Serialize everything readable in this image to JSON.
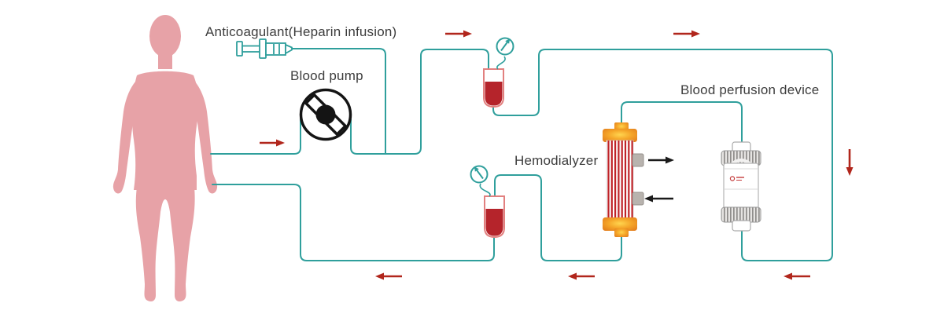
{
  "diagram": {
    "type": "hemodialysis-hemoperfusion-circuit",
    "labels": {
      "anticoagulant": "Anticoagulant(Heparin infusion)",
      "blood_pump": "Blood pump",
      "hemodialyzer": "Hemodialyzer",
      "blood_perfusion_device": "Blood perfusion device"
    },
    "components": [
      "patient-body",
      "heparin-syringe",
      "blood-pump",
      "arterial-drip-chamber",
      "arterial-pressure-gauge",
      "hemodialyzer",
      "blood-perfusion-device",
      "venous-drip-chamber",
      "venous-pressure-gauge"
    ],
    "flow_arrows": {
      "red_directions": [
        "right",
        "right",
        "right",
        "down",
        "left",
        "left",
        "left"
      ],
      "black_directions": [
        "right",
        "left"
      ]
    },
    "colors": {
      "tubing": "#2f9f9c",
      "flow_arrow_red": "#b1261c",
      "dialysate_arrow_black": "#1a1a1a",
      "body_silhouette": "#e7a2a7",
      "blood_fill": "#b5242b",
      "chamber_outline": "#e2807f",
      "dialyzer_stripe": "#bf2328",
      "dialyzer_cap_orange": "#ef9426",
      "label_text": "#3d3d3d"
    }
  }
}
